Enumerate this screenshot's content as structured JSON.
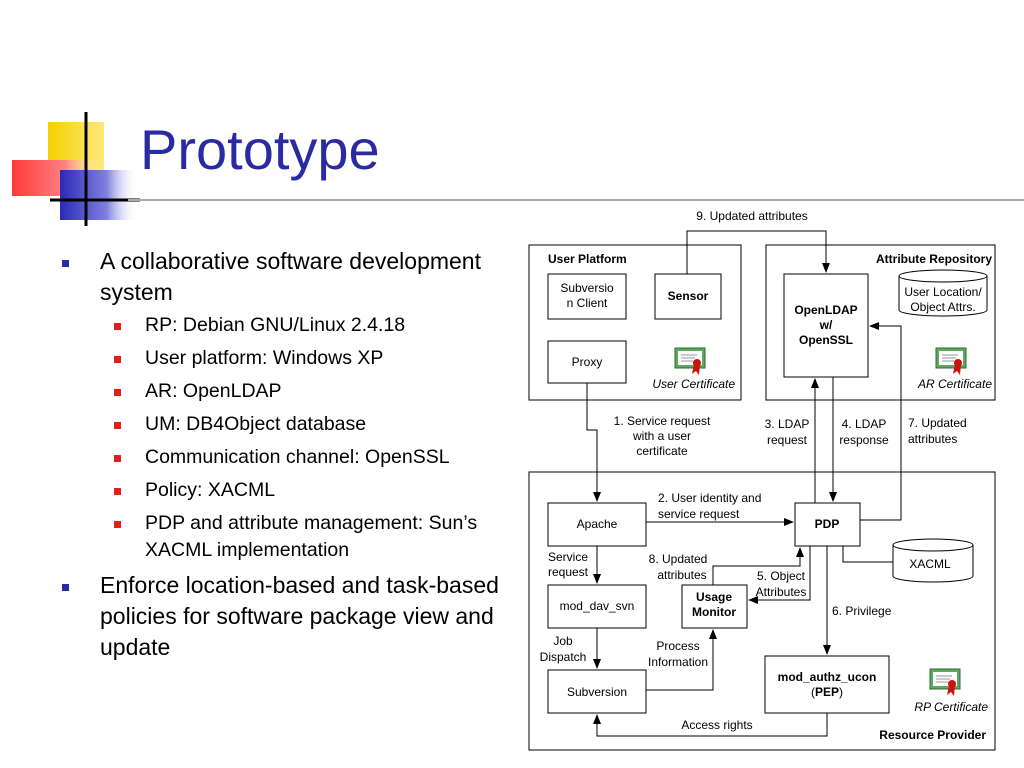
{
  "slide": {
    "title": "Prototype",
    "bullets": [
      {
        "text": "A collaborative software development system",
        "sub": [
          "RP: Debian GNU/Linux 2.4.18",
          "User platform: Windows XP",
          "AR: OpenLDAP",
          "UM: DB4Object database",
          "Communication channel: OpenSSL",
          "Policy: XACML",
          "PDP and attribute management: Sun’s XACML implementation"
        ]
      },
      {
        "text": "Enforce location-based and task-based policies for software package view and update",
        "sub": []
      }
    ]
  },
  "diagram": {
    "groups": {
      "user_platform": "User Platform",
      "attribute_repository": "Attribute Repository",
      "resource_provider": "Resource Provider"
    },
    "nodes": {
      "subversion_client": [
        "Subversio",
        "n Client"
      ],
      "sensor": "Sensor",
      "proxy": "Proxy",
      "openldap": [
        "OpenLDAP",
        "w/",
        "OpenSSL"
      ],
      "user_location_db": [
        "User Location/",
        "Object Attrs."
      ],
      "apache": "Apache",
      "pdp": "PDP",
      "xacml_db": "XACML",
      "mod_dav_svn": "mod_dav_svn",
      "usage_monitor": [
        "Usage",
        "Monitor"
      ],
      "subversion": "Subversion",
      "mod_authz_ucon": "mod_authz_ucon",
      "pep_open": "(",
      "pep": "PEP",
      "pep_close": ")"
    },
    "certificates": {
      "user": "User Certificate",
      "ar": "AR Certificate",
      "rp": "RP Certificate"
    },
    "edges": {
      "e9": "9. Updated attributes",
      "e1": [
        "1. Service request",
        "with a user",
        "certificate"
      ],
      "e3": [
        "3. LDAP",
        "request"
      ],
      "e4": [
        "4. LDAP",
        "response"
      ],
      "e7": [
        "7. Updated",
        "attributes"
      ],
      "e2": [
        "2. User identity and",
        "service request"
      ],
      "service_request": [
        "Service",
        "request"
      ],
      "e8": [
        "8. Updated",
        "attributes"
      ],
      "e5": [
        "5. Object",
        "Attributes"
      ],
      "e6": "6. Privilege",
      "job_dispatch": [
        "Job",
        "Dispatch"
      ],
      "process_info": [
        "Process",
        "Information"
      ],
      "access_rights": "Access rights"
    }
  }
}
